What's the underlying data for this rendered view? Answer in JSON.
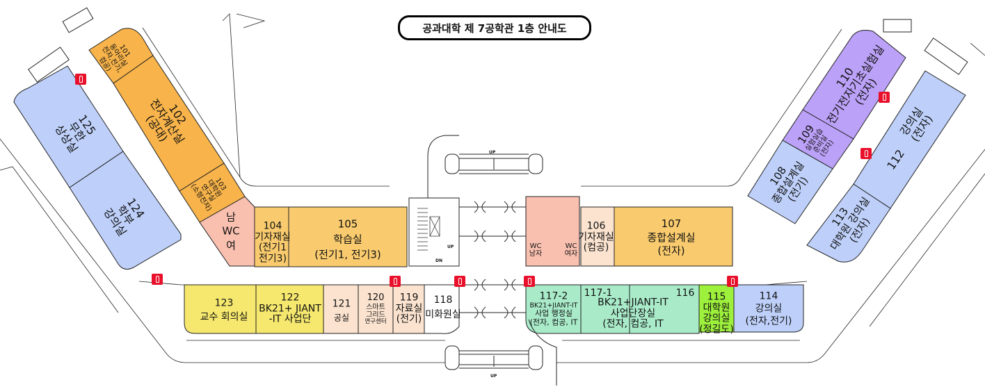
{
  "title": "공과대학 제 7공학관 1층 안내도",
  "rooms": {
    "r101": {
      "lines": [
        "101",
        "동아리실",
        "전자,전기,",
        "컴공)"
      ]
    },
    "r102": {
      "lines": [
        "102",
        "전자계산실",
        "(공대)"
      ]
    },
    "r103": {
      "lines": [
        "103",
        "대학원",
        "연구실",
        "(소형전자)"
      ]
    },
    "wc_left": {
      "lines": [
        "남",
        "WC",
        "여"
      ]
    },
    "r104": {
      "lines": [
        "104",
        "기자재실",
        "(전기1",
        "전기3)"
      ]
    },
    "r105": {
      "lines": [
        "105",
        "학습실",
        "(전기1, 전기3)"
      ]
    },
    "wc_right": {
      "lines": [
        "WC",
        "남자",
        "WC",
        "여자"
      ]
    },
    "r106": {
      "lines": [
        "106",
        "기자재실",
        "(컴공)"
      ]
    },
    "r107": {
      "lines": [
        "107",
        "종합설계실",
        "(전자)"
      ]
    },
    "r108": {
      "lines": [
        "108",
        "종합설계실",
        "(전기)"
      ]
    },
    "r109": {
      "lines": [
        "109",
        "실험실습",
        "준비실",
        "(전자)"
      ]
    },
    "r110": {
      "lines": [
        "110",
        "전기전자기초실험실",
        "(전자)"
      ]
    },
    "r112": {
      "number": "112",
      "lines": [
        "강의실",
        "(전자)"
      ]
    },
    "r113": {
      "lines": [
        "113",
        "대학원 강의실",
        "(전자)"
      ]
    },
    "r114": {
      "lines": [
        "114",
        "강의실",
        "(전자,전기)"
      ]
    },
    "r115": {
      "lines": [
        "115",
        "대학원",
        "강의실",
        "(정길도)"
      ]
    },
    "r116": {
      "lines": [
        "116"
      ]
    },
    "r117_1": {
      "lines": [
        "117-1",
        "BK21+JIANT-IT",
        "사업단장실",
        "(전자, 컴공, IT"
      ]
    },
    "r117_2": {
      "lines": [
        "117-2",
        "BK21+JIANT-IT",
        "사업 행정실",
        "(전자, 컴공, IT"
      ]
    },
    "r118": {
      "lines": [
        "118",
        "미화원실"
      ]
    },
    "r119": {
      "lines": [
        "119",
        "자료실",
        "(전기)"
      ]
    },
    "r120": {
      "lines": [
        "120",
        "스마트",
        "그리드",
        "연구센터"
      ]
    },
    "r121": {
      "lines": [
        "121",
        "공실"
      ]
    },
    "r122": {
      "lines": [
        "122",
        "BK21+ JIANT",
        "-IT 사업단"
      ]
    },
    "r123": {
      "lines": [
        "123",
        "교수 회의실"
      ]
    },
    "r124": {
      "lines": [
        "124",
        "학부",
        "강의실"
      ]
    },
    "r125": {
      "lines": [
        "125",
        "무한",
        "상상실"
      ]
    }
  },
  "stair_marks": {
    "up": "UP",
    "dn": "DN"
  },
  "icons": {
    "extinguisher": "fire-extinguisher-icon"
  },
  "colors": {
    "orange": "#F8B44A",
    "light_orange": "#F9CB6E",
    "pink": "#F9C0B0",
    "beige": "#FBE3CF",
    "yellow": "#F6E86E",
    "mint": "#A9EBC9",
    "lime": "#9DF03C",
    "blue": "#BED0FA",
    "purple": "#BBA1F7",
    "extinguisher_red": "#E8102A"
  }
}
